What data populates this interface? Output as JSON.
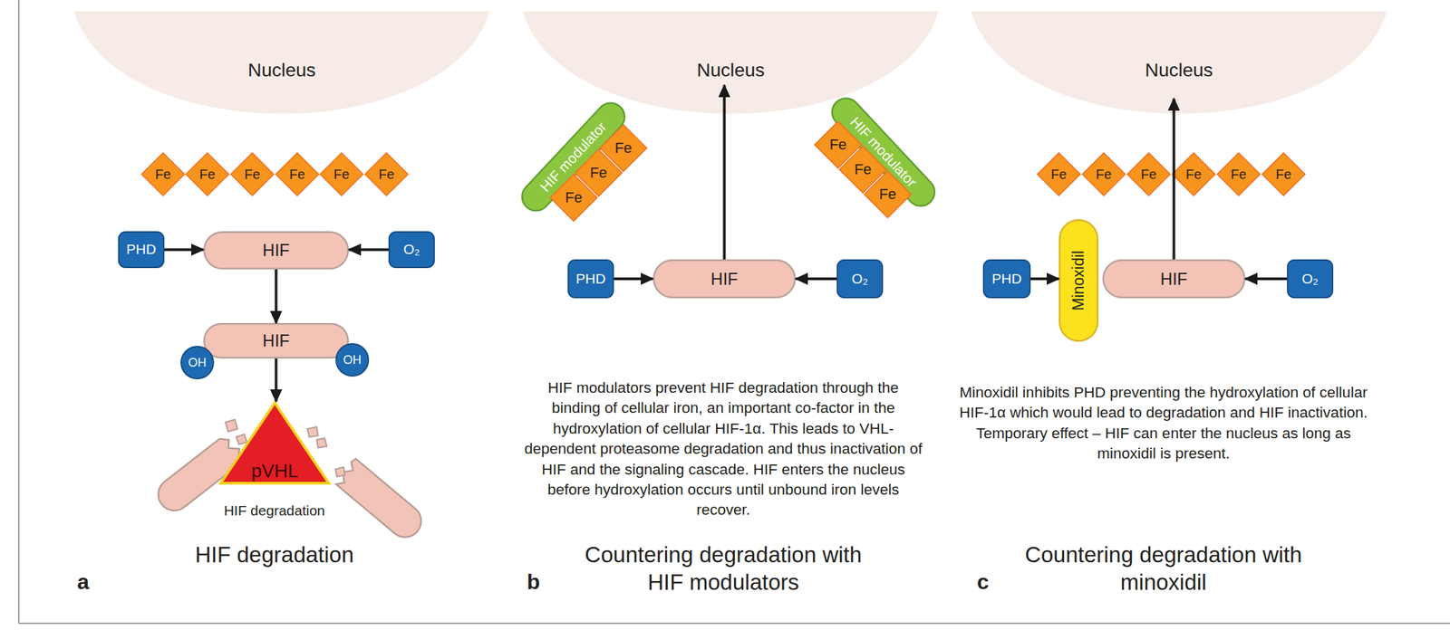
{
  "diagram": {
    "nodes": [
      {
        "text": [
          "Nucleus"
        ]
      },
      {
        "text": [
          "Fe"
        ]
      },
      {
        "text": [
          "Fe"
        ]
      },
      {
        "text": [
          "Fe"
        ]
      },
      {
        "text": [
          "Fe"
        ]
      },
      {
        "text": [
          "Fe"
        ]
      },
      {
        "text": [
          "Fe"
        ]
      },
      {
        "text": [
          "PHD"
        ]
      },
      {
        "text": [
          "HIF"
        ]
      },
      {
        "text": [
          "O₂"
        ]
      },
      {
        "text": [
          "HIF"
        ]
      },
      {
        "text": [
          "OH"
        ]
      },
      {
        "text": [
          "OH"
        ]
      },
      {
        "text": [
          "pVHL"
        ]
      },
      {
        "text": [
          "Nucleus"
        ]
      },
      {
        "text": [
          "HIF modulator"
        ]
      },
      {
        "text": [
          "Fe"
        ]
      },
      {
        "text": [
          "Fe"
        ]
      },
      {
        "text": [
          "Fe"
        ]
      },
      {
        "text": [
          "HIF modulator"
        ]
      },
      {
        "text": [
          "Fe"
        ]
      },
      {
        "text": [
          "Fe"
        ]
      },
      {
        "text": [
          "Fe"
        ]
      },
      {
        "text": [
          "PHD"
        ]
      },
      {
        "text": [
          "HIF"
        ]
      },
      {
        "text": [
          "O₂"
        ]
      },
      {
        "text": [
          "Nucleus"
        ]
      },
      {
        "text": [
          "Fe"
        ]
      },
      {
        "text": [
          "Fe"
        ]
      },
      {
        "text": [
          "Fe"
        ]
      },
      {
        "text": [
          "Fe"
        ]
      },
      {
        "text": [
          "Fe"
        ]
      },
      {
        "text": [
          "Fe"
        ]
      },
      {
        "text": [
          "PHD"
        ]
      },
      {
        "text": [
          "Minoxidil"
        ]
      },
      {
        "text": [
          "HIF"
        ]
      },
      {
        "text": [
          "O₂"
        ]
      }
    ],
    "edges": [
      {
        "from": 7,
        "to": 8,
        "arrow": "to"
      },
      {
        "from": 9,
        "to": 8,
        "arrow": "to"
      },
      {
        "from": 8,
        "to": 10,
        "arrow": "to"
      },
      {
        "from": 10,
        "to": 13,
        "arrow": "to"
      },
      {
        "from": 23,
        "to": 24,
        "arrow": "to"
      },
      {
        "from": 25,
        "to": 24,
        "arrow": "to"
      },
      {
        "from": 24,
        "to": 14,
        "arrow": "to"
      },
      {
        "from": 33,
        "to": 34,
        "arrow": "to"
      },
      {
        "from": 36,
        "to": 35,
        "arrow": "to"
      },
      {
        "from": 35,
        "to": 26,
        "arrow": "to"
      }
    ],
    "labels": [
      "HIF degradation",
      "HIF degradation",
      "a",
      "HIF modulators prevent HIF degradation through the binding of cellular iron, an important co-factor in the hydroxylation of cellular HIF-1α. This leads to VHL-dependent proteasome degradation and thus inactivation of HIF and the signaling cascade. HIF enters the nucleus before hydroxylation occurs until unbound iron levels recover.",
      "Countering degradation with HIF modulators",
      "b",
      "Minoxidil inhibits PHD preventing the hydroxylation of cellular HIF-1α which would lead to degradation and HIF inactivation. Temporary effect – HIF can enter the nucleus as long as minoxidil is present.",
      "Countering degradation with minoxidil",
      "c"
    ]
  }
}
